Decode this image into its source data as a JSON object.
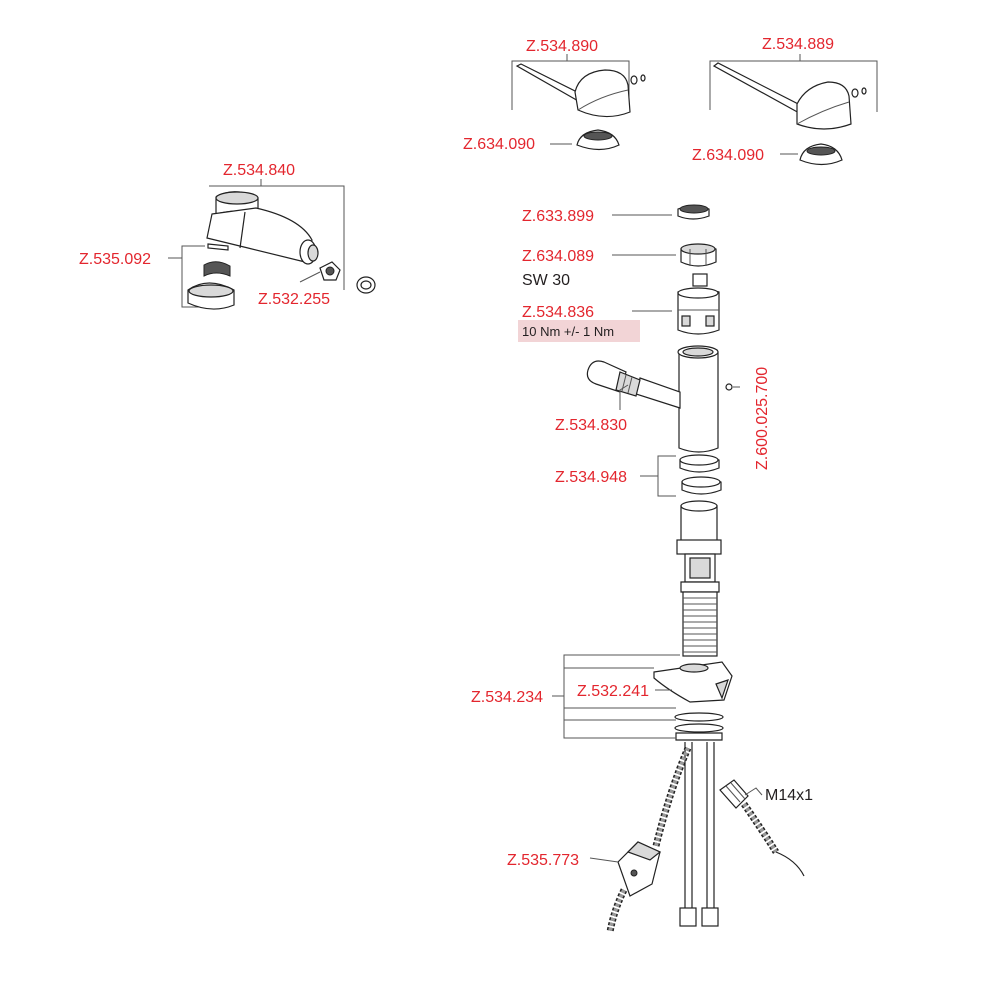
{
  "labels": {
    "lever_a": "Z.534.890",
    "lever_b": "Z.534.889",
    "cap_a": "Z.634.090",
    "cap_b": "Z.634.090",
    "spray_head": "Z.534.840",
    "spray_parts": "Z.535.092",
    "spray_connector": "Z.532.255",
    "aerator": "Z.633.899",
    "nut": "Z.634.089",
    "nut_note": "SW 30",
    "cartridge": "Z.534.836",
    "cartridge_note": "10 Nm +/- 1 Nm",
    "spout": "Z.534.830",
    "grub_screw": "Z.600.025.700",
    "rings": "Z.534.948",
    "mount_set": "Z.534.234",
    "mount_bracket": "Z.532.241",
    "thread": "M14x1",
    "counterweight": "Z.535.773"
  },
  "colors": {
    "label_red": "#e3262e",
    "note_highlight": "#f2d4d6",
    "line": "#555555"
  }
}
